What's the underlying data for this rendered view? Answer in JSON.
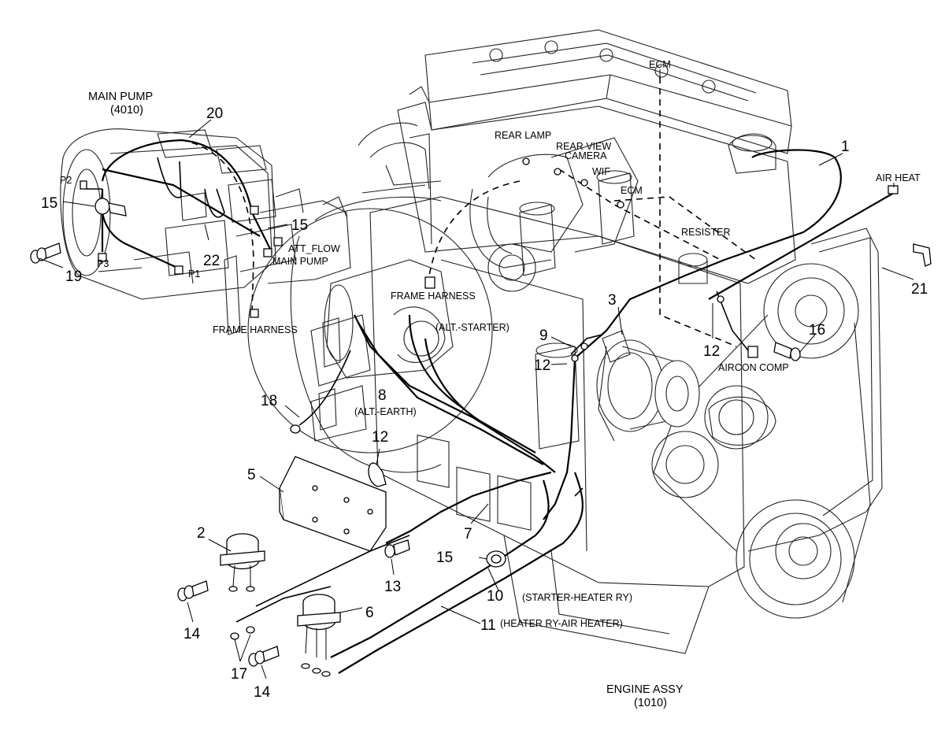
{
  "labels": {
    "main_pump": "MAIN PUMP",
    "main_pump_code": "(4010)",
    "engine_assy": "ENGINE ASSY",
    "engine_code": "(1010)",
    "ecm_top": "ECM",
    "air_heat": "AIR HEAT",
    "rear_lamp": "REAR LAMP",
    "rear_view_camera_1": "REAR VIEW",
    "rear_view_camera_2": "CAMERA",
    "wif": "WIF",
    "ecm_mid": "ECM",
    "resister": "RESISTER",
    "frame_harness_1": "FRAME HARNESS",
    "frame_harness_2": "FRAME HARNESS",
    "alt_starter": "(ALT.-STARTER)",
    "alt_earth": "(ALT.-EARTH)",
    "att_flow": "ATT_FLOW",
    "main_pump_sensor": "MAIN PUMP",
    "aircon_comp": "AIRCON COMP",
    "starter_heater": "(STARTER-HEATER RY)",
    "heater_air": "(HEATER RY-AIR HEATER)",
    "p1": "P1",
    "p2": "P2",
    "p3": "P3"
  },
  "callouts": {
    "c1": "1",
    "c2": "2",
    "c3": "3",
    "c5": "5",
    "c6": "6",
    "c7": "7",
    "c8": "8",
    "c9": "9",
    "c10": "10",
    "c11": "11",
    "c12a": "12",
    "c12b": "12",
    "c12c": "12",
    "c13": "13",
    "c14a": "14",
    "c14b": "14",
    "c15a": "15",
    "c15b": "15",
    "c15c": "15",
    "c16": "16",
    "c17": "17",
    "c18": "18",
    "c19": "19",
    "c20": "20",
    "c21": "21",
    "c22": "22"
  }
}
